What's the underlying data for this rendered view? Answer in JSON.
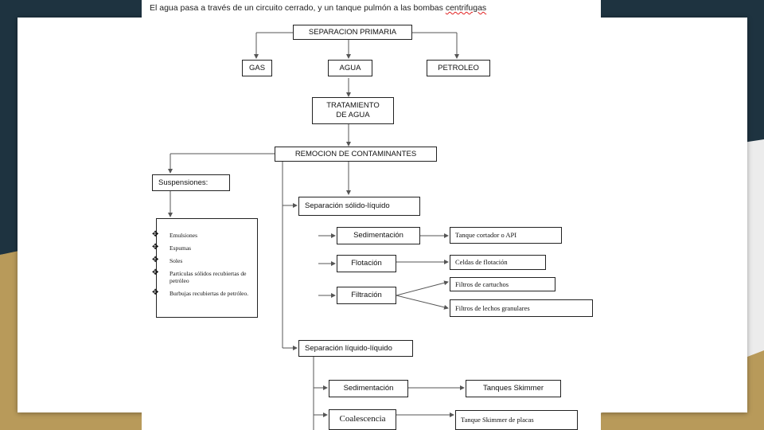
{
  "intro": {
    "text_before": "El agua pasa a través de un circuito cerrado, y un tanque pulmón a las bombas ",
    "text_error": "centrifugas"
  },
  "nodes": {
    "separacion_primaria": "SEPARACION PRIMARIA",
    "gas": "GAS",
    "agua": "AGUA",
    "petroleo": "PETROLEO",
    "tratamiento_line1": "TRATAMIENTO",
    "tratamiento_line2": "DE AGUA",
    "remocion": "REMOCION DE CONTAMINANTES",
    "suspensiones": "Suspensiones:",
    "suspension_items": [
      "Emulsiones",
      "Espumas",
      "Soles",
      "Partículas sólidos recubiertas de petróleo",
      "Burbujas recubiertas de petróleo."
    ],
    "sep_solido_liquido": "Separación sólido-líquido",
    "sedimentacion_1": "Sedimentación",
    "tanque_cortador": "Tanque cortador o API",
    "flotacion": "Flotación",
    "celdas_flotacion": "Celdas de flotación",
    "filtracion": "Filtración",
    "filtros_cartuchos": "Filtros de cartuchos",
    "filtros_lechos": "Filtros de lechos granulares",
    "sep_liquido_liquido": "Separación líquido-líquido",
    "sedimentacion_2": "Sedimentación",
    "tanques_skimmer": "Tanques Skimmer",
    "coalescencia": "Coalescencia",
    "tanque_skimmer_placas": "Tanque Skimmer de placas"
  },
  "colors": {
    "dark_band": "#1e3340",
    "gold_band": "#b89a5a",
    "line": "#555555"
  }
}
